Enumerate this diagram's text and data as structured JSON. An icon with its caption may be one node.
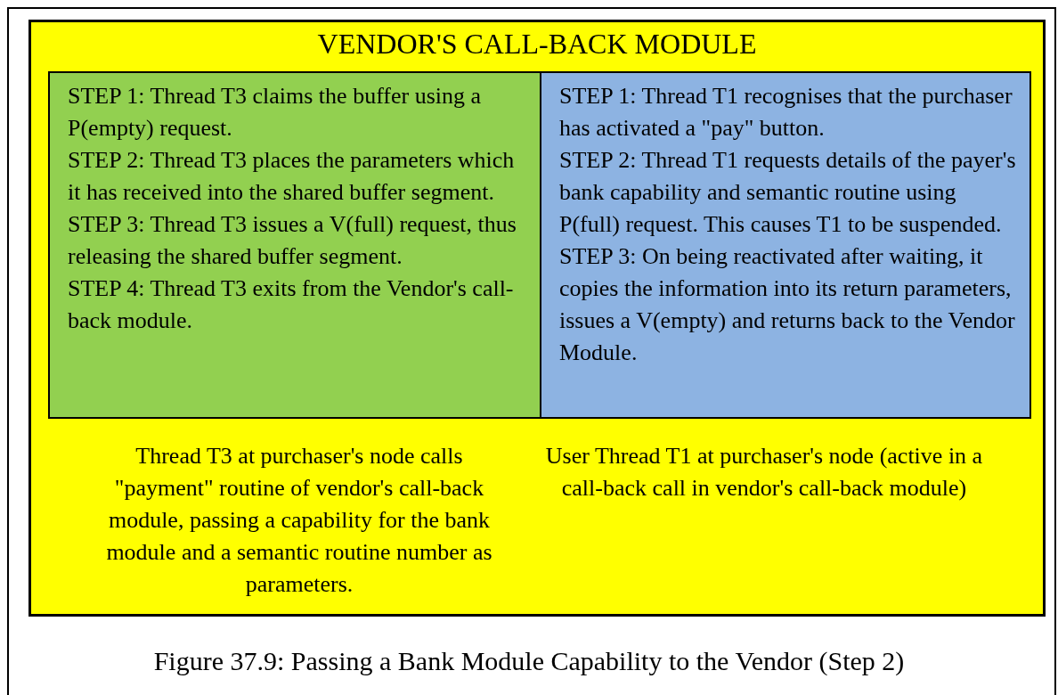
{
  "diagram": {
    "caption": "Figure 37.9: Passing a Bank Module Capability to the Vendor (Step 2)",
    "nodes": [
      {
        "text": [
          "VENDOR'S CALL-BACK MODULE"
        ]
      },
      {
        "text": [
          "STEP 1: Thread T3 claims the buffer using a P(empty) request.",
          "STEP 2: Thread T3 places the parameters which it has received into the shared buffer segment.",
          "STEP 3: Thread T3 issues a V(full) request, thus releasing the shared buffer segment.",
          "STEP 4: Thread T3 exits from the Vendor's call-back module."
        ],
        "in": 0,
        "beside": [
          "Thread T3 at purchaser's node calls \"payment\" routine of vendor's call-back module, passing a capability for the bank module and a semantic routine number as parameters."
        ]
      },
      {
        "text": [
          "STEP 1: Thread T1 recognises that the purchaser has activated a \"pay\" button.",
          "STEP 2: Thread T1 requests details of the payer's bank capability and semantic routine using P(full) request. This causes T1 to be suspended.",
          "STEP 3: On being reactivated after waiting, it copies the information into its return parameters, issues a V(empty) and returns back to the Vendor Module."
        ],
        "in": 0,
        "beside": [
          "User Thread T1 at purchaser's node (active in a call-back call in vendor's call-back module)"
        ]
      }
    ],
    "edges": []
  }
}
